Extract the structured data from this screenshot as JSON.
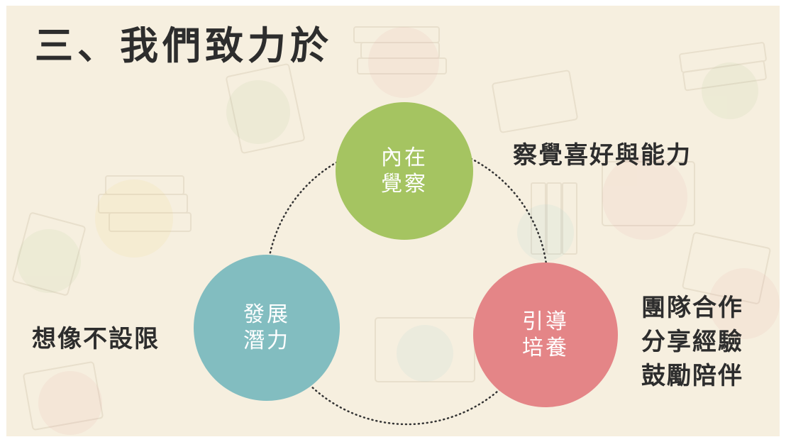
{
  "title": "三、我們致力於",
  "cycle": {
    "top": {
      "lines": [
        "內在",
        "覺察"
      ],
      "color": "#a5c461",
      "note": "察覺喜好與能力"
    },
    "left": {
      "lines": [
        "發展",
        "潛力"
      ],
      "color": "#82bdc0",
      "note": "想像不設限"
    },
    "right": {
      "lines": [
        "引導",
        "培養"
      ],
      "color": "#e48587",
      "notes": [
        "團隊合作",
        "分享經驗",
        "鼓勵陪伴"
      ]
    }
  },
  "background_color": "#f6efdf",
  "background_motif": "faded-books-pattern"
}
